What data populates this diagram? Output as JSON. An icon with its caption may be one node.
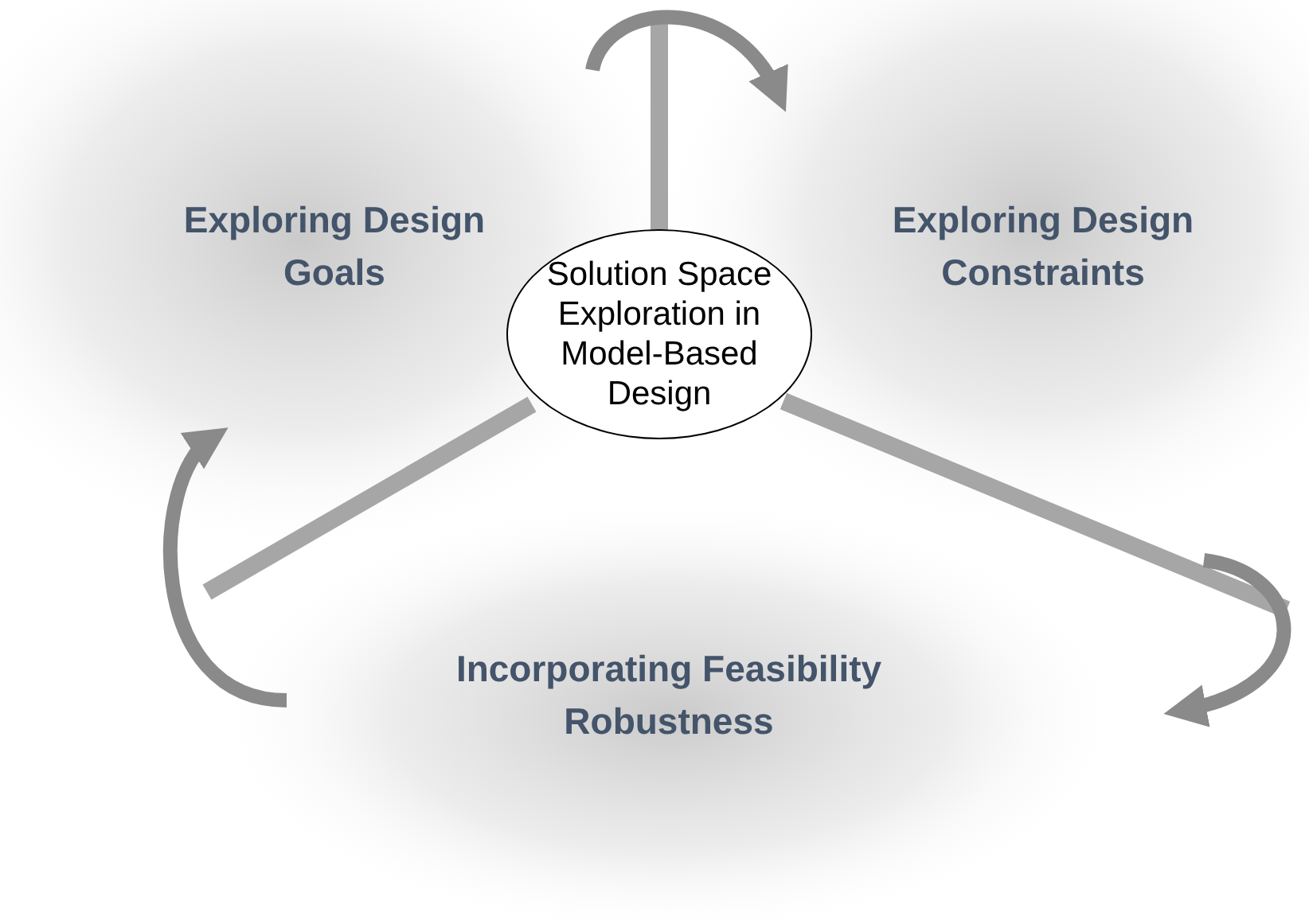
{
  "diagram": {
    "nodes": [
      {
        "text": [
          "Solution Space Exploration in Model-Based Design"
        ]
      },
      {
        "text": [
          "Exploring Design Goals"
        ]
      },
      {
        "text": [
          "Exploring Design Constraints"
        ]
      },
      {
        "text": [
          "Incorporating Feasibility Robustness"
        ]
      }
    ]
  }
}
